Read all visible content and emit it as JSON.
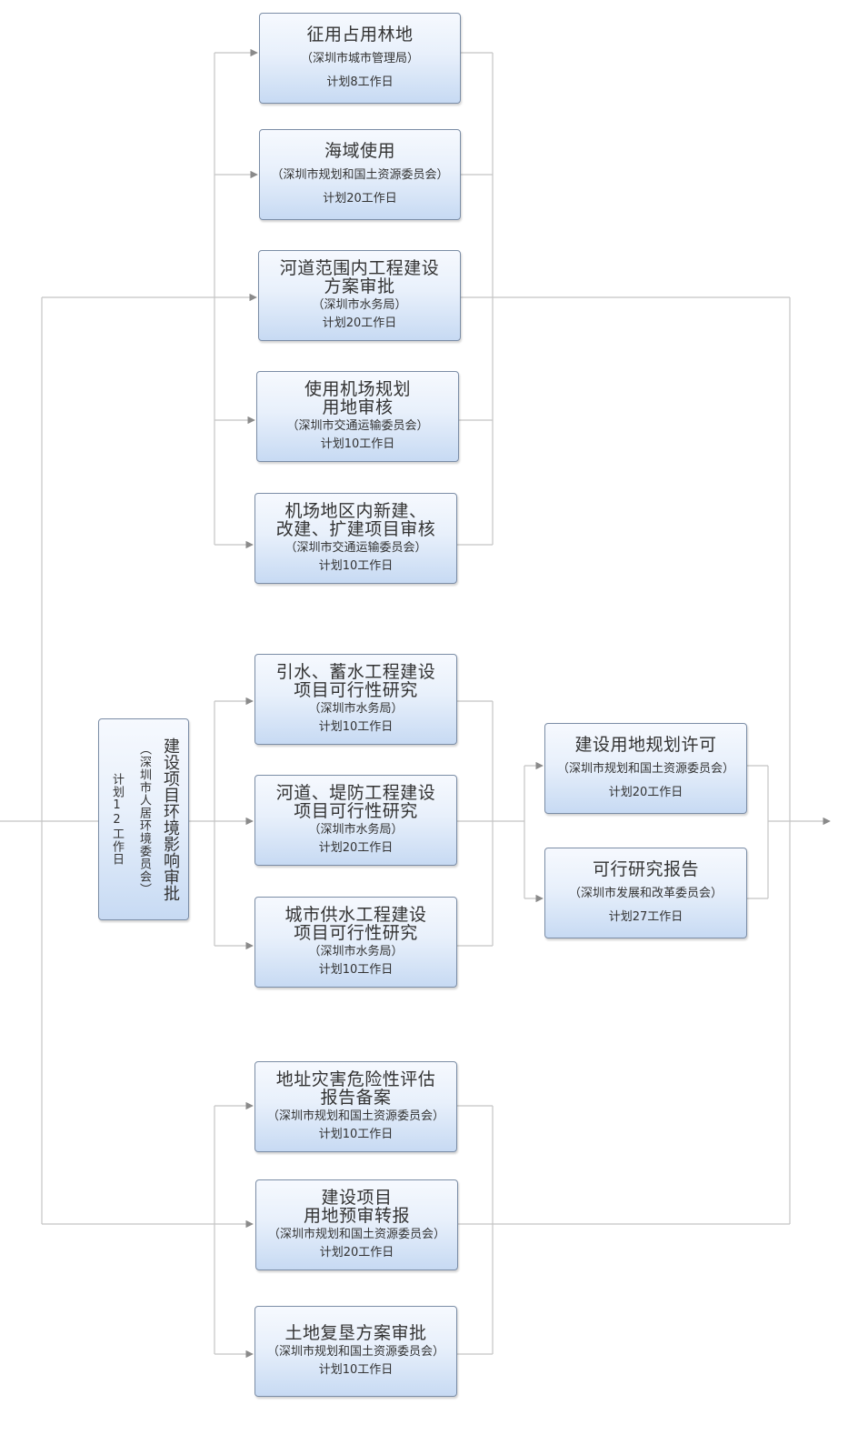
{
  "start": {
    "title": "建设项目环境影响审批",
    "org": "（深圳市人居环境委员会）",
    "plan": "计划12工作日"
  },
  "groups": {
    "top": [
      {
        "title_lines": [
          "征用占用林地"
        ],
        "org": "（深圳市城市管理局）",
        "plan": "计划8工作日"
      },
      {
        "title_lines": [
          "海域使用"
        ],
        "org": "（深圳市规划和国土资源委员会）",
        "plan": "计划20工作日"
      },
      {
        "title_lines": [
          "河道范围内工程建设",
          "方案审批"
        ],
        "org": "（深圳市水务局）",
        "plan": "计划20工作日"
      },
      {
        "title_lines": [
          "使用机场规划",
          "用地审核"
        ],
        "org": "（深圳市交通运输委员会）",
        "plan": "计划10工作日"
      },
      {
        "title_lines": [
          "机场地区内新建、",
          "改建、扩建项目审核"
        ],
        "org": "（深圳市交通运输委员会）",
        "plan": "计划10工作日"
      }
    ],
    "middle": [
      {
        "title_lines": [
          "引水、蓄水工程建设",
          "项目可行性研究"
        ],
        "org": "（深圳市水务局）",
        "plan": "计划10工作日"
      },
      {
        "title_lines": [
          "河道、堤防工程建设",
          "项目可行性研究"
        ],
        "org": "（深圳市水务局）",
        "plan": "计划20工作日"
      },
      {
        "title_lines": [
          "城市供水工程建设",
          "项目可行性研究"
        ],
        "org": "（深圳市水务局）",
        "plan": "计划10工作日"
      }
    ],
    "right": [
      {
        "title_lines": [
          "建设用地规划许可"
        ],
        "org": "（深圳市规划和国土资源委员会）",
        "plan": "计划20工作日"
      },
      {
        "title_lines": [
          "可行研究报告"
        ],
        "org": "（深圳市发展和改革委员会）",
        "plan": "计划27工作日"
      }
    ],
    "bottom": [
      {
        "title_lines": [
          "地址灾害危险性评估",
          "报告备案"
        ],
        "org": "（深圳市规划和国土资源委员会）",
        "plan": "计划10工作日"
      },
      {
        "title_lines": [
          "建设项目",
          "用地预审转报"
        ],
        "org": "（深圳市规划和国土资源委员会）",
        "plan": "计划20工作日"
      },
      {
        "title_lines": [
          "土地复垦方案审批"
        ],
        "org": "（深圳市规划和国土资源委员会）",
        "plan": "计划10工作日"
      }
    ]
  },
  "colors": {
    "line": "#bcbcbc",
    "arrow": "#8a8a8a",
    "border": "#7b8da6"
  }
}
